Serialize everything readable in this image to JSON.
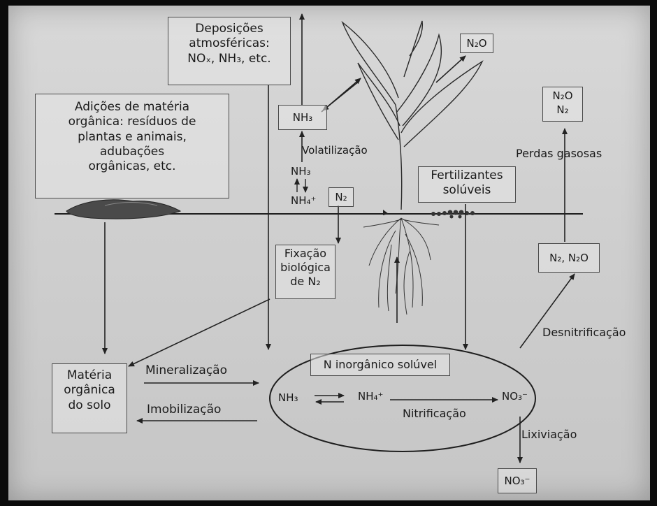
{
  "boxes": {
    "deposicoes": "Deposições\natmosféricas:\nNOₓ, NH₃, etc.",
    "adicoes": "Adições de matéria\norgânica: resíduos de\nplantas e animais,\nadubações\norgânicas, etc.",
    "n2o_top": "N₂O",
    "n2o_n2": "N₂O\nN₂",
    "nh3_top": "NH₃",
    "n2_small": "N₂",
    "fertilizantes": "Fertilizantes\nsolúveis",
    "fixacao": "Fixação\nbiológica\nde N₂",
    "n2_n2o": "N₂, N₂O",
    "materia_organica": "Matéria\norgânica\ndo solo",
    "n_inorganico": "N inorgânico solúvel",
    "no3_bottom": "NO₃⁻"
  },
  "labels": {
    "volatilizacao": "Volatilização",
    "perdas_gasosas": "Perdas gasosas",
    "nh3_mid": "NH₃",
    "nh4_mid": "NH₄⁺",
    "mineralizacao": "Mineralização",
    "imobilizacao": "Imobilização",
    "desnitrificacao": "Desnitrificação",
    "nitrificacao": "Nitrificação",
    "lixiviacao": "Lixiviação",
    "nh3_ellipse": "NH₃",
    "nh4_ellipse": "NH₄⁺",
    "no3_ellipse": "NO₃⁻"
  },
  "colors": {
    "ink": "#1a1a1a",
    "line": "#2a2a2a",
    "paper": "#d2d2d2"
  }
}
